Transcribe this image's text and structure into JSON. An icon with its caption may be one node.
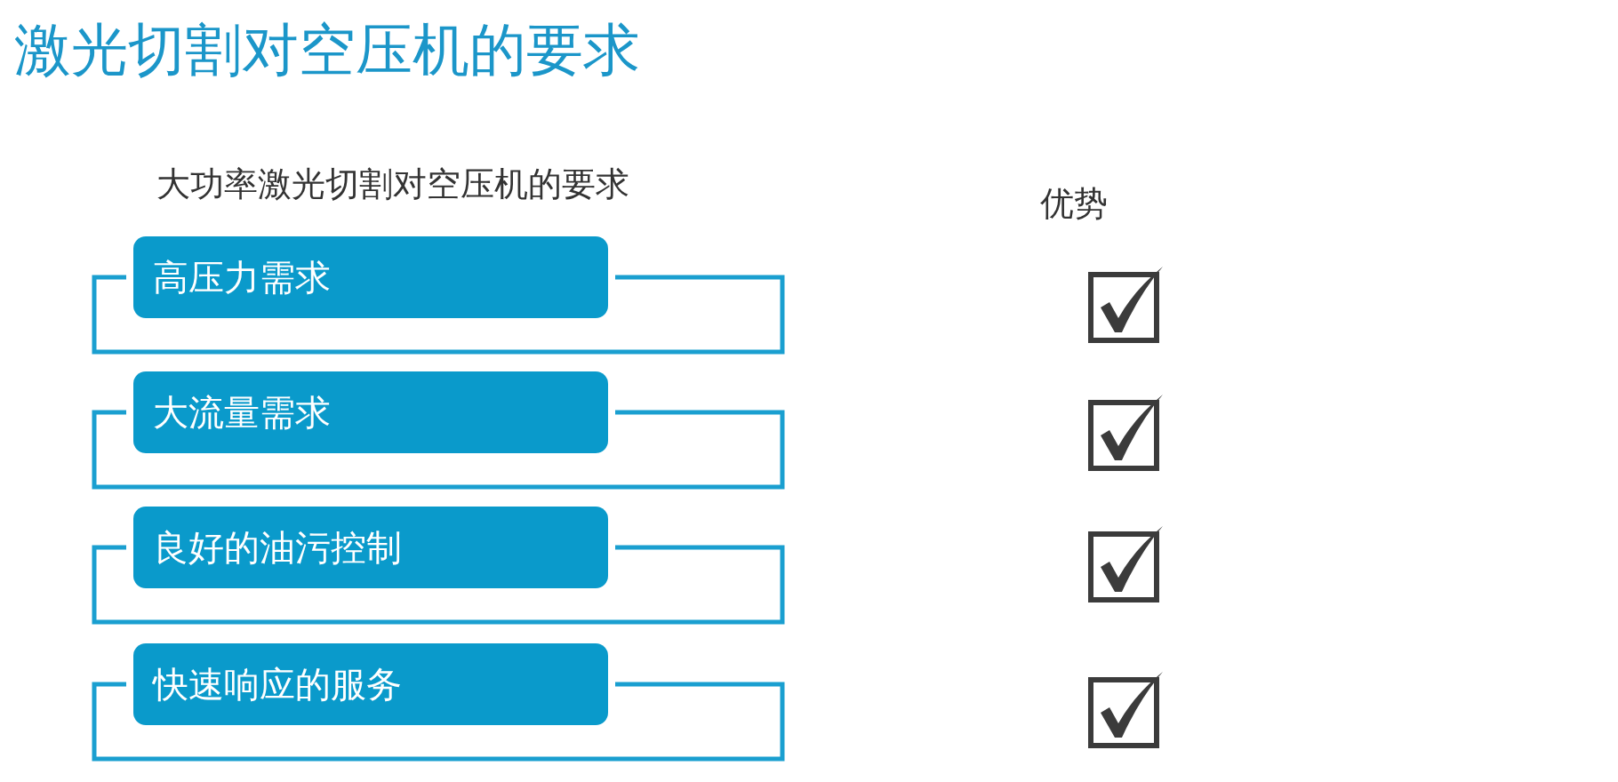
{
  "diagram": {
    "title": "激光切割对空压机的要求",
    "nodes": [
      {
        "text": [
          "高压力需求"
        ]
      },
      {
        "text": [
          "大流量需求"
        ]
      },
      {
        "text": [
          "良好的油污控制"
        ]
      },
      {
        "text": [
          "快速响应的服务"
        ]
      }
    ],
    "labels": [
      "大功率激光切割对空压机的要求",
      "优势"
    ]
  }
}
